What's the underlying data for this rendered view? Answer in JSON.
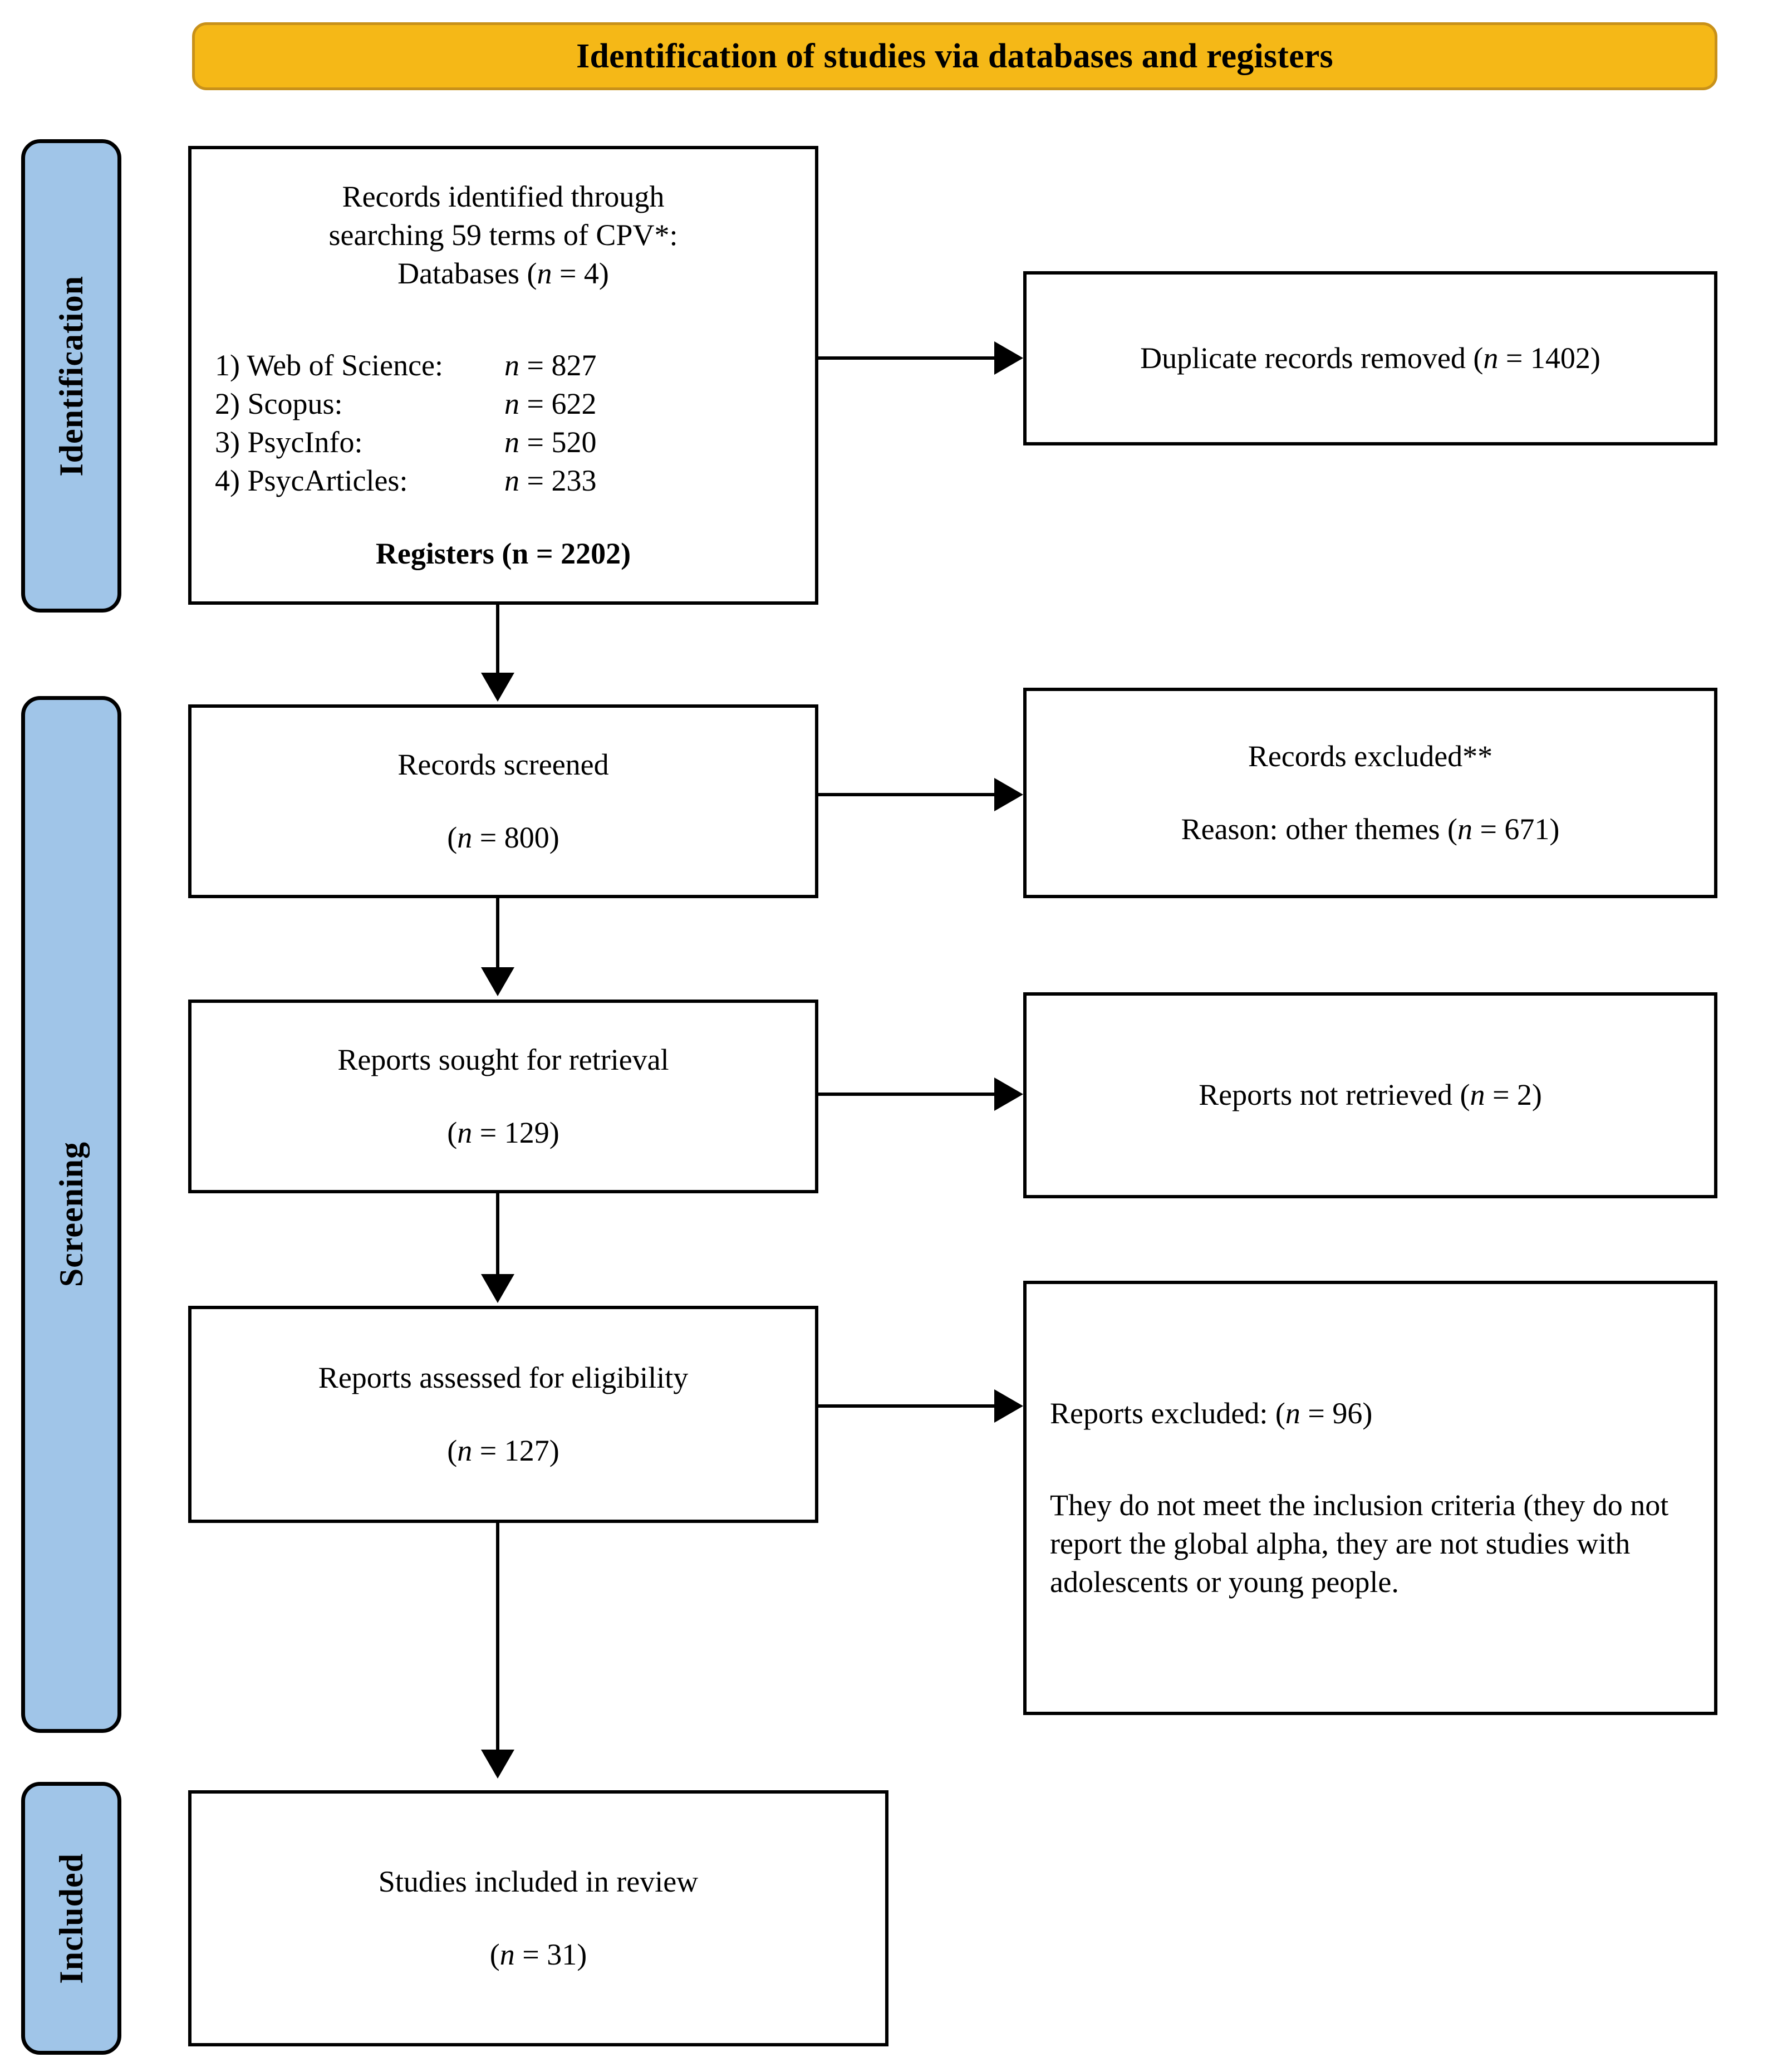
{
  "banner": {
    "title": "Identification of studies via databases and registers"
  },
  "stages": [
    {
      "id": "identification",
      "label": "Identification"
    },
    {
      "id": "screening",
      "label": "Screening"
    },
    {
      "id": "included",
      "label": "Included"
    }
  ],
  "boxes": {
    "records_identified": {
      "heading_line1": "Records identified through",
      "heading_line2": "searching 59 terms of CPV*:",
      "heading_line3_prefix": "Databases (",
      "heading_line3_var": "n",
      "heading_line3_suffix": " = 4)",
      "databases": [
        {
          "index": "1)",
          "name": "Web of Science:",
          "var": "n",
          "count": " = 827"
        },
        {
          "index": "2)",
          "name": "Scopus:",
          "var": "n",
          "count": " = 622"
        },
        {
          "index": "3)",
          "name": "PsycInfo:",
          "var": "n",
          "count": " = 520"
        },
        {
          "index": "4)",
          "name": "PsycArticles:",
          "var": "n",
          "count": " = 233"
        }
      ],
      "registers": "Registers (n = 2202)"
    },
    "duplicates_removed": {
      "text_prefix": "Duplicate records removed (",
      "var": "n",
      "text_suffix": " = 1402)"
    },
    "records_screened": {
      "label": "Records screened",
      "count_prefix": "(",
      "var": "n",
      "count_suffix": " = 800)"
    },
    "records_excluded": {
      "label": "Records excluded**",
      "reason_prefix": "Reason: other themes (",
      "var": "n",
      "reason_suffix": " = 671)"
    },
    "reports_sought": {
      "label": "Reports sought for retrieval",
      "count_prefix": "(",
      "var": "n",
      "count_suffix": " = 129)"
    },
    "reports_not_retrieved": {
      "text_prefix": "Reports not retrieved (",
      "var": "n",
      "text_suffix": " = 2)"
    },
    "reports_assessed": {
      "label": "Reports assessed for eligibility",
      "count_prefix": "(",
      "var": "n",
      "count_suffix": " = 127)"
    },
    "reports_excluded": {
      "heading_prefix": "Reports excluded: (",
      "var": "n",
      "heading_suffix": " = 96)",
      "detail": "They do not meet the inclusion criteria (they do not report the global alpha, they are not studies with adolescents or young people."
    },
    "studies_included": {
      "label": "Studies included in review",
      "count_prefix": "(",
      "var": "n",
      "count_suffix": " = 31)"
    }
  },
  "colors": {
    "banner_fill": "#F5B817",
    "banner_border": "#C8911A",
    "stage_fill": "#A0C5E8",
    "box_border": "#000000",
    "box_fill": "#FFFFFF"
  }
}
